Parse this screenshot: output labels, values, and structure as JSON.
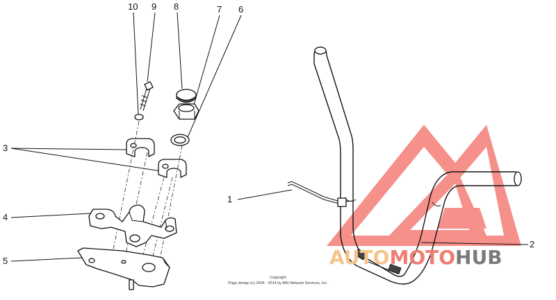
{
  "callouts": {
    "n1": "1",
    "n2": "2",
    "n3": "3",
    "n4": "4",
    "n5": "5",
    "n6": "6",
    "n7": "7",
    "n8": "8",
    "n9": "9",
    "n10": "10"
  },
  "copyright": {
    "line1": "Copyright",
    "line2": "Page design (c) 2004 - 2014 by ARI Network Services, Inc."
  },
  "watermark": {
    "part1": "AUTO",
    "part2": "MOTO",
    "part3": "HUB",
    "colors": {
      "auto": "#f5c48a",
      "moto": "#f07c72",
      "hub": "#7a7a7a",
      "logo": "#f26b64"
    }
  }
}
